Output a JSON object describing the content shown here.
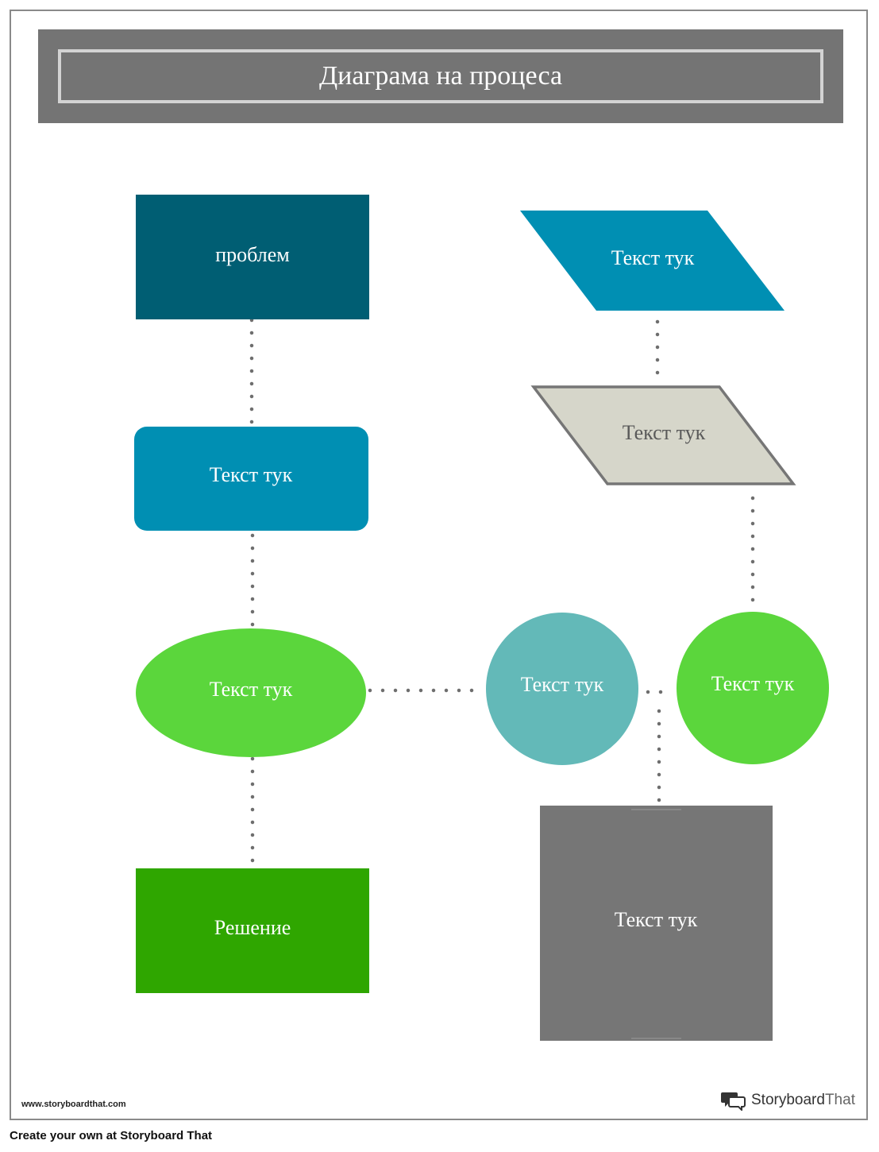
{
  "header": {
    "title": "Диаграма на процеса"
  },
  "nodes": {
    "problem": {
      "label": "проблем",
      "color": "#005e73"
    },
    "step_rounded": {
      "label": "Текст тук",
      "color": "#008fb3"
    },
    "oval_green": {
      "label": "Текст тук",
      "color": "#5bd63c"
    },
    "solution": {
      "label": "Решение",
      "color": "#2fa600"
    },
    "para_blue": {
      "label": "Текст тук",
      "color": "#008fb3"
    },
    "para_beige": {
      "label": "Текст тук",
      "color": "#d6d6ca",
      "border": "#767676"
    },
    "circle_teal": {
      "label": "Текст тук",
      "color": "#63b9b8"
    },
    "circle_green": {
      "label": "Текст тук",
      "color": "#5bd63c"
    },
    "square_gray": {
      "label": "Текст тук",
      "color": "#767676"
    }
  },
  "footer": {
    "url": "www.storyboardthat.com",
    "brand_left": "Storyboard",
    "brand_right": "That",
    "credit": "Create your own at Storyboard That"
  }
}
